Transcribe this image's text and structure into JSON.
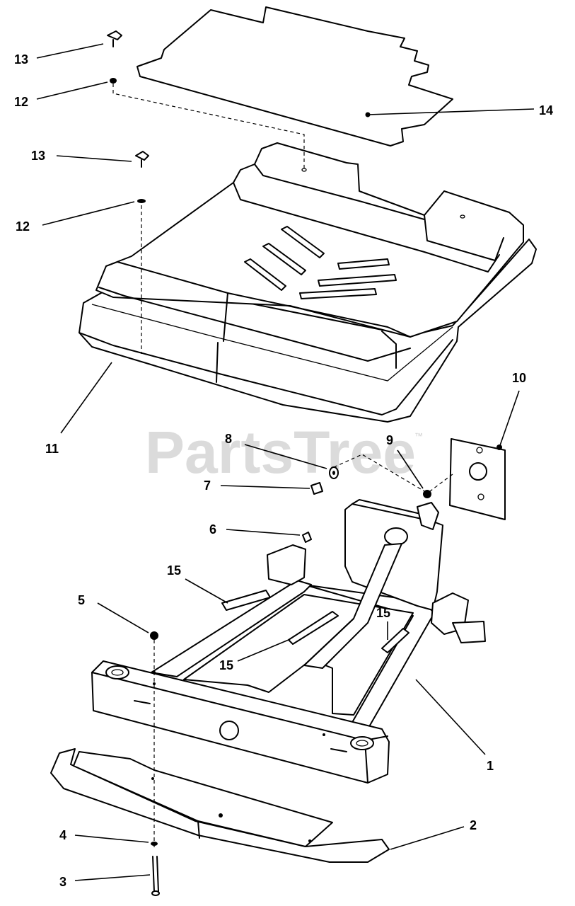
{
  "watermark": {
    "text": "PartsTree",
    "trademark": "™"
  },
  "callouts": [
    {
      "id": "c13a",
      "label": "13"
    },
    {
      "id": "c12a",
      "label": "12"
    },
    {
      "id": "c14",
      "label": "14"
    },
    {
      "id": "c13b",
      "label": "13"
    },
    {
      "id": "c12b",
      "label": "12"
    },
    {
      "id": "c11",
      "label": "11"
    },
    {
      "id": "c10",
      "label": "10"
    },
    {
      "id": "c8",
      "label": "8"
    },
    {
      "id": "c9",
      "label": "9"
    },
    {
      "id": "c7",
      "label": "7"
    },
    {
      "id": "c6",
      "label": "6"
    },
    {
      "id": "c15a",
      "label": "15"
    },
    {
      "id": "c5",
      "label": "5"
    },
    {
      "id": "c15b",
      "label": "15"
    },
    {
      "id": "c15c",
      "label": "15"
    },
    {
      "id": "c1",
      "label": "1"
    },
    {
      "id": "c2",
      "label": "2"
    },
    {
      "id": "c4",
      "label": "4"
    },
    {
      "id": "c3",
      "label": "3"
    }
  ]
}
